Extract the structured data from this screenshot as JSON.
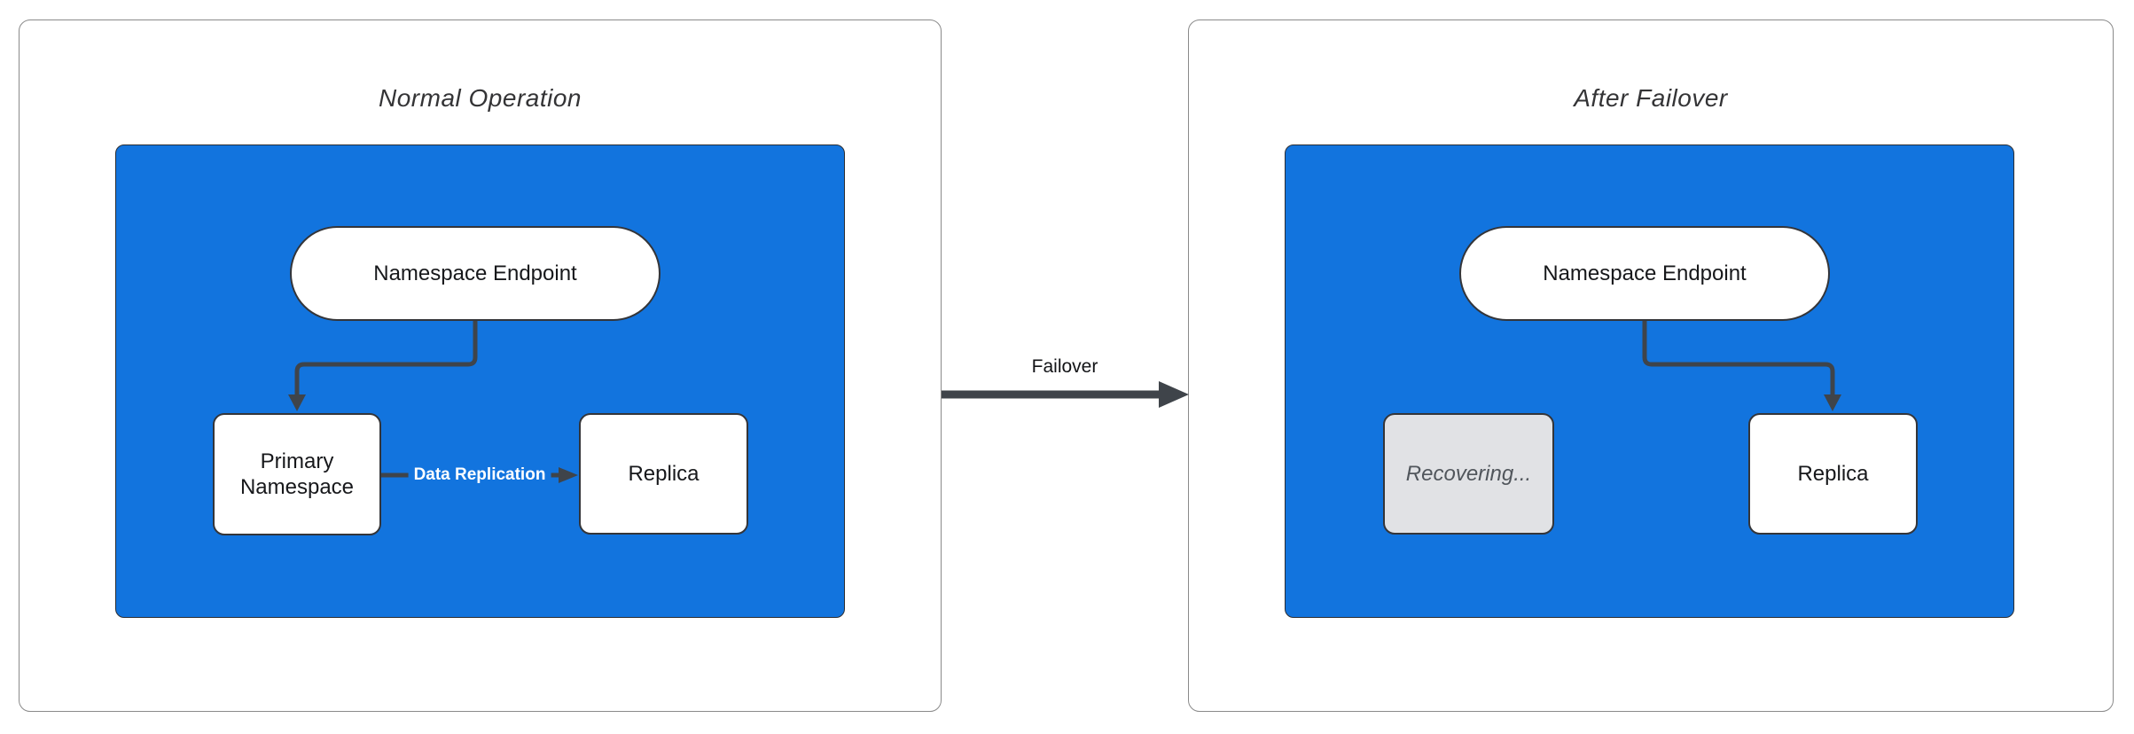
{
  "left_panel": {
    "title": "Normal Operation",
    "endpoint": "Namespace Endpoint",
    "primary": "Primary Namespace",
    "replica": "Replica",
    "replication_label": "Data Replication"
  },
  "transition": {
    "label": "Failover"
  },
  "right_panel": {
    "title": "After Failover",
    "endpoint": "Namespace Endpoint",
    "recovering": "Recovering...",
    "replica": "Replica"
  },
  "colors": {
    "container_fill": "#1274de",
    "node_fill": "#ffffff",
    "node_border": "#343539",
    "disabled_fill": "#e1e2e5",
    "disabled_text": "#51565c",
    "edge": "#3f444a",
    "panel_border": "#8a8a8a",
    "page_bg": "#ffffff"
  }
}
